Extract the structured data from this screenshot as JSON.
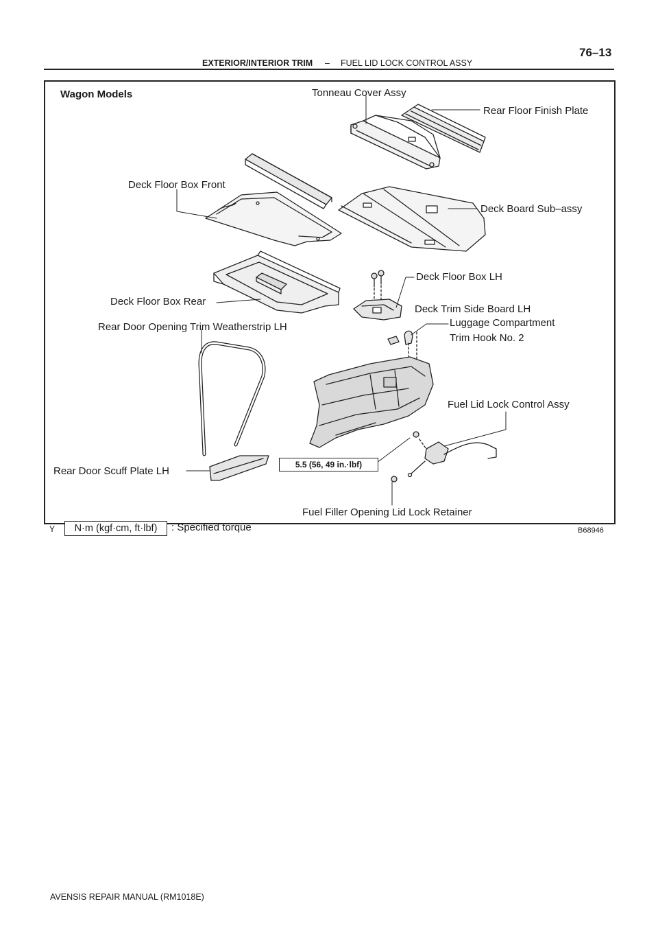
{
  "header": {
    "section": "EXTERIOR/INTERIOR TRIM",
    "separator": "–",
    "subsection": "FUEL LID LOCK CONTROL ASSY",
    "page_number": "76–13"
  },
  "figure": {
    "title": "Wagon Models",
    "figure_id": "B68946",
    "corner_mark": "Y",
    "torque_value": "5.5 (56, 49 in.·lbf)",
    "legend_unit": "N·m (kgf·cm, ft·lbf)",
    "legend_text": ": Specified torque",
    "labels": {
      "tonneau_cover": "Tonneau Cover Assy",
      "rear_floor_finish_plate": "Rear Floor Finish Plate",
      "deck_floor_box_front": "Deck Floor Box Front",
      "deck_board": "Deck Board Sub–assy",
      "deck_floor_box_lh": "Deck Floor Box LH",
      "deck_floor_box_rear": "Deck Floor Box Rear",
      "deck_trim_side_board": "Deck Trim Side Board LH",
      "rear_door_weatherstrip": "Rear Door Opening Trim Weatherstrip LH",
      "luggage_hook_line1": "Luggage Compartment",
      "luggage_hook_line2": "Trim Hook No. 2",
      "fuel_lid_lock": "Fuel Lid Lock Control Assy",
      "rear_door_scuff_plate": "Rear Door Scuff Plate LH",
      "fuel_filler_retainer": "Fuel Filler Opening Lid Lock Retainer"
    }
  },
  "footer": {
    "manual": "AVENSIS REPAIR MANUAL   (RM1018E)"
  }
}
